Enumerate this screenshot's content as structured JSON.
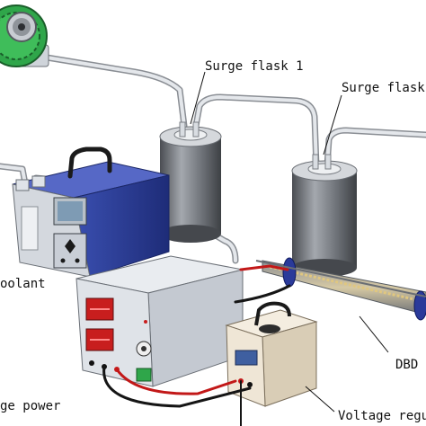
{
  "labels": {
    "surge_flask_1": "Surge flask 1",
    "surge_flask_2": "Surge flask",
    "coolant": "oolant",
    "dbd": "DBD",
    "voltage_power": "ge power",
    "voltage_regulator": "Voltage regu"
  },
  "colors": {
    "pipe": "#d9dde2",
    "flask": "#7a7e84",
    "coolant_blue": "#2b3f9e",
    "power_box": "#d7dbe2",
    "display_red": "#c81e1e",
    "regulator": "#efe6d6",
    "fan_green": "#2fa64a",
    "wire_red": "#c21818",
    "wire_black": "#151515"
  },
  "icons": {
    "fan": "gear-fan-icon",
    "handle": "handle-icon"
  }
}
